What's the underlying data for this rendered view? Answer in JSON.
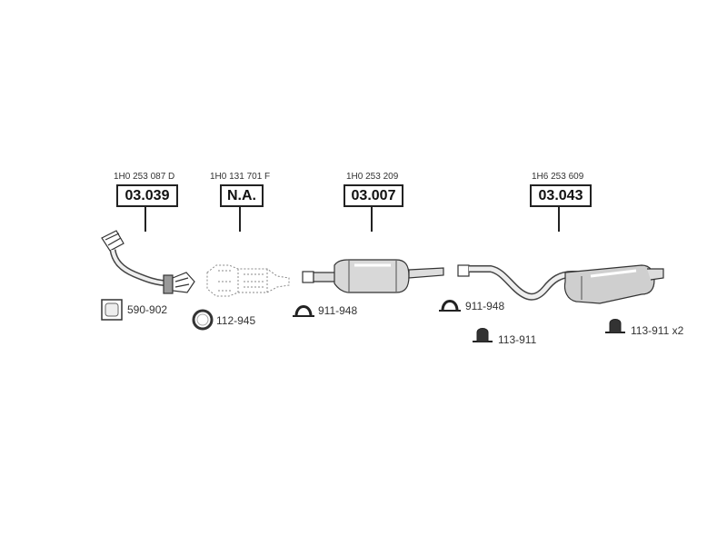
{
  "parts": [
    {
      "oe_number": "1H0 253 087 D",
      "code": "03.039",
      "name": "front-pipe"
    },
    {
      "oe_number": "1H0 131 701 F",
      "code": "N.A.",
      "name": "catalytic-converter"
    },
    {
      "oe_number": "1H0 253 209",
      "code": "03.007",
      "name": "middle-silencer"
    },
    {
      "oe_number": "1H6 253 609",
      "code": "03.043",
      "name": "rear-silencer"
    }
  ],
  "fittings": [
    {
      "label": "590-902"
    },
    {
      "label": "112-945"
    },
    {
      "label": "911-948"
    },
    {
      "label": "911-948"
    },
    {
      "label": "113-911"
    },
    {
      "label": "113-911 x2"
    }
  ]
}
